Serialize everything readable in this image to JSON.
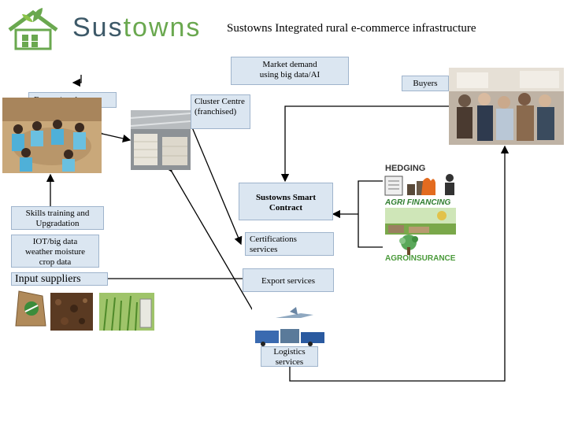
{
  "logo": {
    "name_dark": "Sus",
    "name_light": "towns"
  },
  "title": "Sustowns Integrated rural e-commerce infrastructure",
  "boxes": {
    "market": "Market demand using big data/AI",
    "buyers": "Buyers",
    "farmers": "Farmer/producers",
    "cluster": "Cluster Centre (franchised)",
    "smart_contract": "Sustowns Smart Contract",
    "skills": "Skills training and Upgradation",
    "iot": "IOT/big data weather moisture crop data",
    "input": "Input suppliers",
    "certifications": "Certifications services",
    "export": "Export services",
    "logistics": "Logistics services"
  },
  "financial": {
    "hedging": "HEDGING",
    "agri_financing": "AGRI FINANCING",
    "agro_insurance": "AGROINSURANCE"
  },
  "colors": {
    "box_fill": "#dbe6f1",
    "box_border": "#9fb4cc",
    "logo_green": "#6aa84f",
    "logo_dark": "#3d5968"
  }
}
